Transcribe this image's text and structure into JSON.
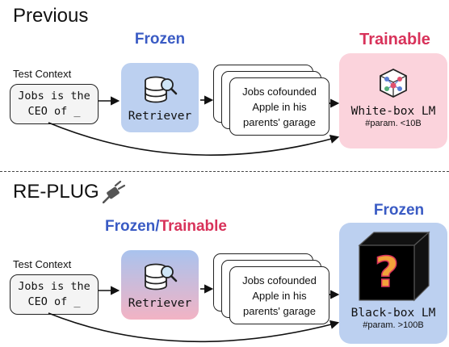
{
  "top": {
    "section_title": "Previous",
    "frozen_label": "Frozen",
    "trainable_label": "Trainable",
    "test_context_label": "Test Context",
    "context_line1": "Jobs is the",
    "context_line2": "CEO of _",
    "retriever_label": "Retriever",
    "doc_line1": "Jobs cofounded",
    "doc_line2": "Apple in his",
    "doc_line3": "parents' garage",
    "lm_name": "White-box LM",
    "lm_param": "#param. <10B"
  },
  "bottom": {
    "section_title": "RE-PLUG",
    "frozen_label_part": "Frozen",
    "slash": "/",
    "trainable_label_part": "Trainable",
    "lm_frozen_label": "Frozen",
    "test_context_label": "Test Context",
    "context_line1": "Jobs is the",
    "context_line2": "CEO of _",
    "retriever_label": "Retriever",
    "doc_line1": "Jobs cofounded",
    "doc_line2": "Apple in his",
    "doc_line3": "parents' garage",
    "lm_name": "Black-box LM",
    "lm_param": "#param. >100B",
    "question_mark": "?"
  },
  "colors": {
    "frozen_blue": "#3a5bc4",
    "trainable_red": "#d8325a",
    "retriever_frozen_bg": "#bcd0f0",
    "retriever_gradient_top": "#a9c3ee",
    "retriever_gradient_bottom": "#f2b3c4",
    "white_box_bg": "#fbd3dc",
    "black_box_bg": "#bcd0f0"
  },
  "icons": [
    "database-search-icon",
    "neural-network-icon",
    "plug-icon",
    "black-cube-icon",
    "question-mark-icon",
    "arrow-icon"
  ]
}
